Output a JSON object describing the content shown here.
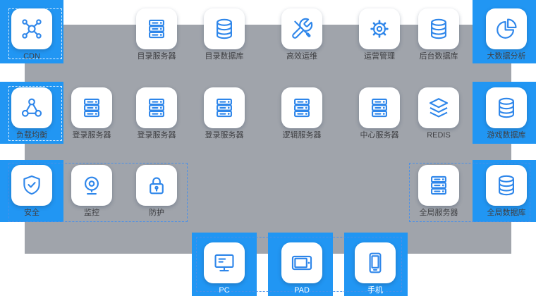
{
  "diagram": {
    "type": "architecture-topology",
    "colors": {
      "edge_block_blue": "#2196f3",
      "zone_gray": "#a0a4ab",
      "icon_blue": "#2e86ea",
      "label_dark": "#3f4044",
      "label_light": "#ffffff"
    },
    "nodes": [
      {
        "label": "CDN",
        "icon": "network-icon"
      },
      {
        "label": "目录服务器",
        "icon": "server-icon"
      },
      {
        "label": "目录数据库",
        "icon": "database-icon"
      },
      {
        "label": "高效运维",
        "icon": "tools-icon"
      },
      {
        "label": "运营管理",
        "icon": "gear-icon"
      },
      {
        "label": "后台数据库",
        "icon": "database-icon"
      },
      {
        "label": "大数据分析",
        "icon": "pie-chart-icon"
      },
      {
        "label": "负载均衡",
        "icon": "load-balancer-icon"
      },
      {
        "label": "登录服务器",
        "icon": "server-icon"
      },
      {
        "label": "登录服务器",
        "icon": "server-icon"
      },
      {
        "label": "登录服务器",
        "icon": "server-icon"
      },
      {
        "label": "逻辑服务器",
        "icon": "server-icon"
      },
      {
        "label": "中心服务器",
        "icon": "server-icon"
      },
      {
        "label": "REDIS",
        "icon": "layers-icon"
      },
      {
        "label": "游戏数据库",
        "icon": "database-icon"
      },
      {
        "label": "安全",
        "icon": "shield-icon"
      },
      {
        "label": "监控",
        "icon": "camera-icon"
      },
      {
        "label": "防护",
        "icon": "lock-icon"
      },
      {
        "label": "全局服务器",
        "icon": "server-icon"
      },
      {
        "label": "全局数据库",
        "icon": "database-icon"
      },
      {
        "label": "PC",
        "icon": "monitor-icon"
      },
      {
        "label": "PAD",
        "icon": "tablet-icon"
      },
      {
        "label": "手机",
        "icon": "phone-icon"
      }
    ]
  }
}
